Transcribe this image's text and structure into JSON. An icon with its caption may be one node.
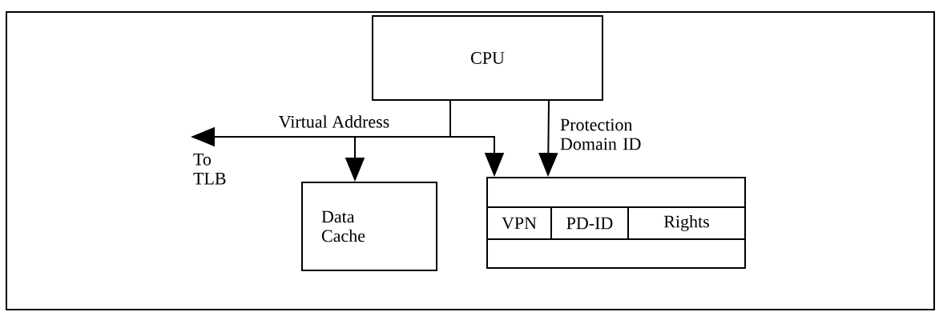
{
  "diagram": {
    "nodes": [
      {
        "text": [
          "CPU"
        ]
      },
      {
        "text": [
          "To TLB"
        ]
      },
      {
        "text": [
          "Data Cache"
        ]
      },
      {
        "text": [],
        "shape": "box"
      },
      {
        "text": [
          "VPN"
        ],
        "in": 3
      },
      {
        "text": [
          "PD-ID"
        ],
        "in": 3
      },
      {
        "text": [
          "Rights"
        ],
        "in": 3
      }
    ],
    "edges": [
      {
        "from": 0,
        "to": 1,
        "arrow": "to",
        "label": "Virtual Address"
      },
      {
        "from": 0,
        "to": 2,
        "arrow": "to"
      },
      {
        "from": 0,
        "to": 3,
        "arrow": "to"
      },
      {
        "from": 0,
        "to": 3,
        "arrow": "to",
        "label": "Protection Domain ID"
      }
    ]
  }
}
